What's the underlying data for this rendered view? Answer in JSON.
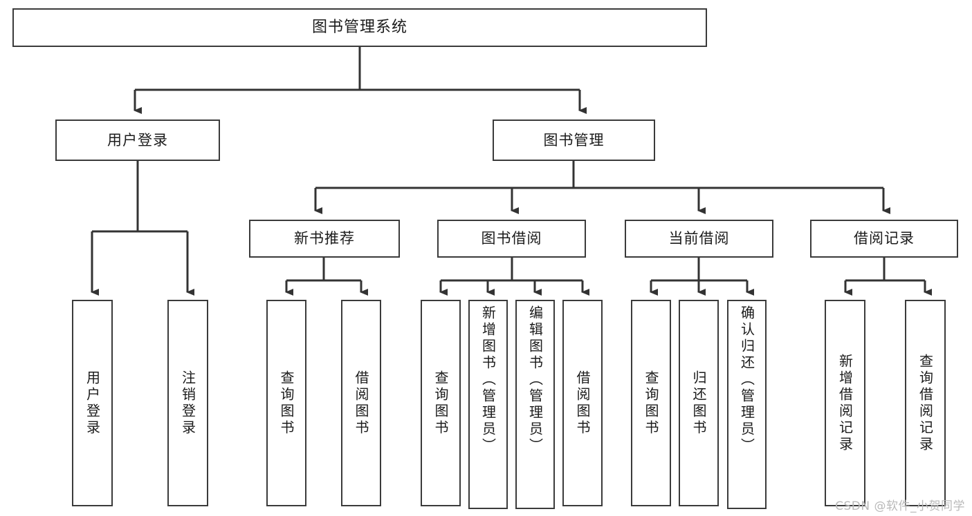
{
  "diagram": {
    "title": "图书管理系统",
    "type": "tree-hierarchy-chart",
    "watermark": "CSDN @软件_小贺同学",
    "colors": {
      "background": "#ffffff",
      "box_border": "#3a3a3a",
      "box_fill": "#ffffff",
      "connector": "#333333",
      "text": "#1b1b1b",
      "watermark": "#b9b9b9"
    },
    "root": {
      "label": "图书管理系统"
    },
    "level1": [
      {
        "id": "user-login",
        "label": "用户登录"
      },
      {
        "id": "book-manage",
        "label": "图书管理"
      }
    ],
    "level2": [
      {
        "id": "new-book-recommend",
        "label": "新书推荐",
        "parent": "book-manage"
      },
      {
        "id": "book-borrow",
        "label": "图书借阅",
        "parent": "book-manage"
      },
      {
        "id": "current-borrow",
        "label": "当前借阅",
        "parent": "book-manage"
      },
      {
        "id": "borrow-record",
        "label": "借阅记录",
        "parent": "book-manage"
      }
    ],
    "leaves": [
      {
        "id": "leaf-user-login",
        "label": "用户登录",
        "parent": "user-login"
      },
      {
        "id": "leaf-logout",
        "label": "注销登录",
        "parent": "user-login"
      },
      {
        "id": "leaf-query-book-1",
        "label": "查询图书",
        "parent": "new-book-recommend"
      },
      {
        "id": "leaf-borrow-book-1",
        "label": "借阅图书",
        "parent": "new-book-recommend"
      },
      {
        "id": "leaf-query-book-2",
        "label": "查询图书",
        "parent": "book-borrow"
      },
      {
        "id": "leaf-add-book",
        "label": "新增图书（管理员）",
        "parent": "book-borrow"
      },
      {
        "id": "leaf-edit-book",
        "label": "编辑图书（管理员）",
        "parent": "book-borrow"
      },
      {
        "id": "leaf-borrow-book-2",
        "label": "借阅图书",
        "parent": "book-borrow"
      },
      {
        "id": "leaf-query-book-3",
        "label": "查询图书",
        "parent": "current-borrow"
      },
      {
        "id": "leaf-return-book",
        "label": "归还图书",
        "parent": "current-borrow"
      },
      {
        "id": "leaf-confirm-return",
        "label": "确认归还（管理员）",
        "parent": "current-borrow"
      },
      {
        "id": "leaf-add-record",
        "label": "新增借阅记录",
        "parent": "borrow-record"
      },
      {
        "id": "leaf-query-record",
        "label": "查询借阅记录",
        "parent": "borrow-record"
      }
    ]
  }
}
